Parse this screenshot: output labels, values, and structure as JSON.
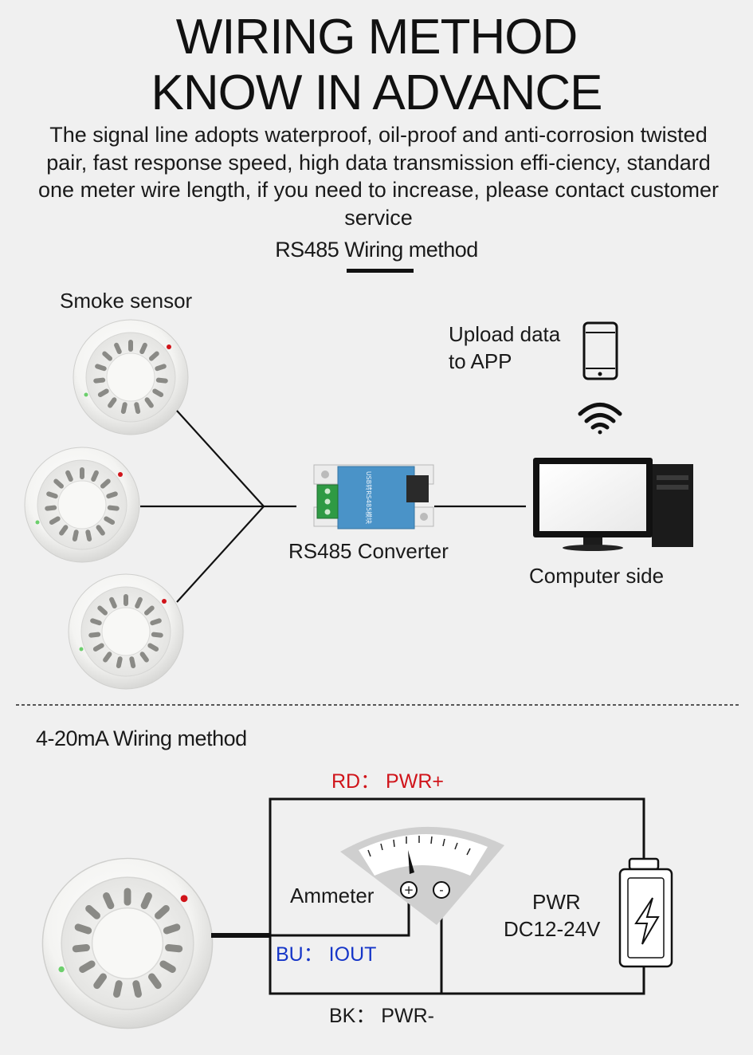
{
  "header": {
    "title_line1": "WIRING METHOD",
    "title_line2": "KNOW IN ADVANCE",
    "description": "The signal line adopts waterproof, oil-proof and anti-corrosion twisted pair, fast response speed, high data transmission effi-ciency, standard one meter wire length, if you need to increase, please contact customer service"
  },
  "rs485": {
    "title": "RS485 Wiring method",
    "smoke_sensor_label": "Smoke sensor",
    "upload_label_line1": "Upload data",
    "upload_label_line2": "to APP",
    "converter_label": "RS485 Converter",
    "converter_print": "USB转RS485模块",
    "computer_label": "Computer side"
  },
  "ma": {
    "title": "4-20mA Wiring method",
    "red_wire": "RD： PWR+",
    "blue_wire": "BU： IOUT",
    "black_wire": "BK： PWR-",
    "ammeter_label": "Ammeter",
    "plus": "+",
    "minus": "-",
    "pwr_line1": "PWR",
    "pwr_line2": "DC12-24V"
  },
  "colors": {
    "background": "#f0f0f0",
    "red_label": "#d0141a",
    "blue_label": "#1636c8",
    "converter_blue": "#4a93c8",
    "wire": "#111111"
  }
}
